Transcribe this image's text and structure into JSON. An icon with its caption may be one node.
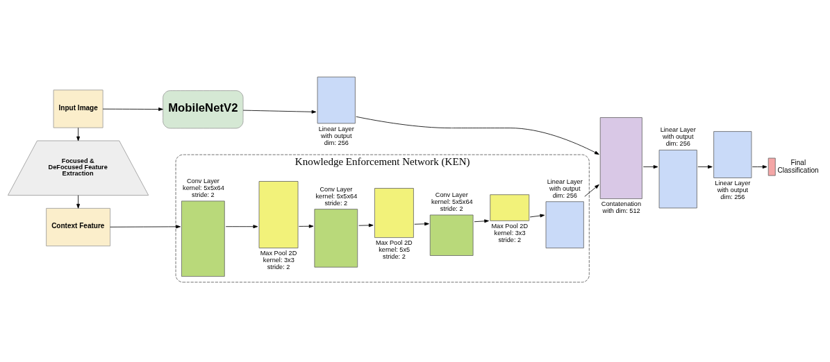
{
  "diagram": {
    "nodes": [
      {
        "text": [
          "Knowledge Enforcement Network (KEN)"
        ]
      },
      {
        "text": [],
        "shape": "box",
        "in": 0,
        "beside": [
          "Conv Layer kernel: 5x5x64 stride: 2"
        ]
      },
      {
        "text": [],
        "shape": "box",
        "in": 0,
        "beside": [
          "Max Pool 2D kernel: 3x3 stride: 2"
        ]
      },
      {
        "text": [],
        "shape": "box",
        "in": 0,
        "beside": [
          "Conv Layer kernel: 5x5x64 stride: 2"
        ]
      },
      {
        "text": [],
        "shape": "box",
        "in": 0,
        "beside": [
          "Max Pool 2D kernel: 5x5 stride: 2"
        ]
      },
      {
        "text": [],
        "shape": "box",
        "in": 0,
        "beside": [
          "Conv Layer kernel: 5x5x64 stride: 2"
        ]
      },
      {
        "text": [],
        "shape": "box",
        "in": 0,
        "beside": [
          "Max Pool 2D kernel: 3x3 stride: 2"
        ]
      },
      {
        "text": [],
        "shape": "bar",
        "in": 0,
        "beside": [
          "Linear Layer with output dim: 256"
        ]
      },
      {
        "text": [
          "Context Feature"
        ]
      },
      {
        "text": [
          "Focused & DeFocused Feature Extraction"
        ]
      },
      {
        "text": [
          "Input Image"
        ]
      },
      {
        "text": [
          "MobileNetV2"
        ]
      },
      {
        "text": [],
        "shape": "bar",
        "beside": [
          "Linear Layer with output dim: 256"
        ]
      },
      {
        "text": [],
        "shape": "bar",
        "beside": [
          "Contatenation with dim: 512"
        ]
      },
      {
        "text": [],
        "shape": "bar",
        "beside": [
          "Linear Layer with output dim: 256"
        ]
      },
      {
        "text": [],
        "shape": "bar",
        "beside": [
          "Linear Layer with output dim: 256"
        ]
      },
      {
        "text": [],
        "shape": "bar",
        "beside": [
          "Final Classification"
        ]
      }
    ],
    "edges": [
      {
        "from": 10,
        "to": 9,
        "arrow": "to"
      },
      {
        "from": 9,
        "to": 8,
        "arrow": "to"
      },
      {
        "from": 8,
        "to": 1,
        "arrow": "to"
      },
      {
        "from": 1,
        "to": 2,
        "arrow": "to"
      },
      {
        "from": 2,
        "to": 3,
        "arrow": "to"
      },
      {
        "from": 3,
        "to": 4,
        "arrow": "to"
      },
      {
        "from": 4,
        "to": 5,
        "arrow": "to"
      },
      {
        "from": 5,
        "to": 6,
        "arrow": "to"
      },
      {
        "from": 6,
        "to": 7,
        "arrow": "to"
      },
      {
        "from": 7,
        "to": 13,
        "arrow": "to"
      },
      {
        "from": 10,
        "to": 11,
        "arrow": "to"
      },
      {
        "from": 11,
        "to": 12,
        "arrow": "to"
      },
      {
        "from": 12,
        "to": 13,
        "arrow": "to"
      },
      {
        "from": 13,
        "to": 14,
        "arrow": "to"
      },
      {
        "from": 14,
        "to": 15,
        "arrow": "to"
      },
      {
        "from": 15,
        "to": 16,
        "arrow": "to"
      }
    ]
  }
}
